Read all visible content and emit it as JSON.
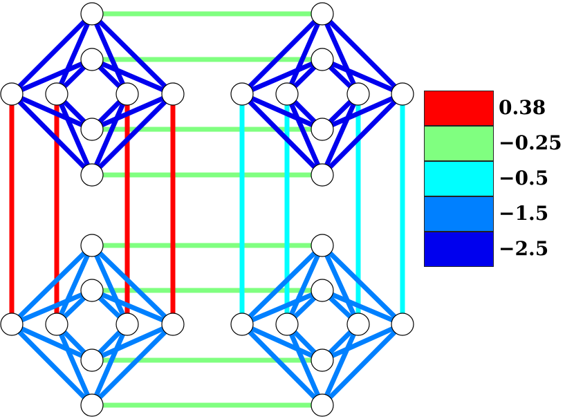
{
  "colors": {
    "red": "#ff0000",
    "green": "#80ff80",
    "cyan": "#00ffff",
    "azure": "#0080ff",
    "blue": "#0000ee",
    "node_fill": "#ffffff",
    "node_stroke": "#000000"
  },
  "legend": [
    {
      "label": "0.38",
      "color": "#ff0000"
    },
    {
      "label": "−0.25",
      "color": "#80ff80"
    },
    {
      "label": "−0.5",
      "color": "#00ffff"
    },
    {
      "label": "−1.5",
      "color": "#0080ff"
    },
    {
      "label": "−2.5",
      "color": "#0000ee"
    }
  ],
  "groups": [
    {
      "name": "top-left",
      "edge_color": "#0000ee"
    },
    {
      "name": "top-right",
      "edge_color": "#0000ee"
    },
    {
      "name": "bottom-left",
      "edge_color": "#0080ff"
    },
    {
      "name": "bottom-right",
      "edge_color": "#0080ff"
    }
  ],
  "inter_group_edges": [
    {
      "groups": [
        "top-left",
        "top-right"
      ],
      "color": "#80ff80"
    },
    {
      "groups": [
        "bottom-left",
        "bottom-right"
      ],
      "color": "#80ff80"
    },
    {
      "groups": [
        "top-left",
        "bottom-left"
      ],
      "color": "#ff0000"
    },
    {
      "groups": [
        "top-right",
        "bottom-right"
      ],
      "color": "#00ffff"
    }
  ]
}
